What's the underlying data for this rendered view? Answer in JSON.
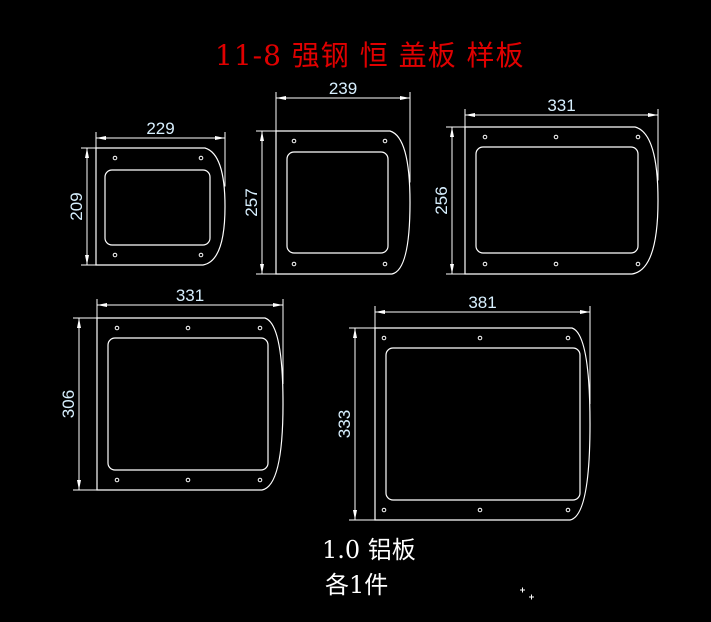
{
  "title": "11-8 强钢 恒 盖板 样板",
  "plates": [
    {
      "width_label": "229",
      "height_label": "209"
    },
    {
      "width_label": "239",
      "height_label": "257"
    },
    {
      "width_label": "331",
      "height_label": "256"
    },
    {
      "width_label": "331",
      "height_label": "306"
    },
    {
      "width_label": "381",
      "height_label": "333"
    }
  ],
  "notes": {
    "material": "1.0 铝板",
    "quantity": "各1件"
  },
  "colors": {
    "background": "#000000",
    "title": "#e00000",
    "lines": "#ffffff",
    "dimension_text": "#d8f0ff"
  }
}
